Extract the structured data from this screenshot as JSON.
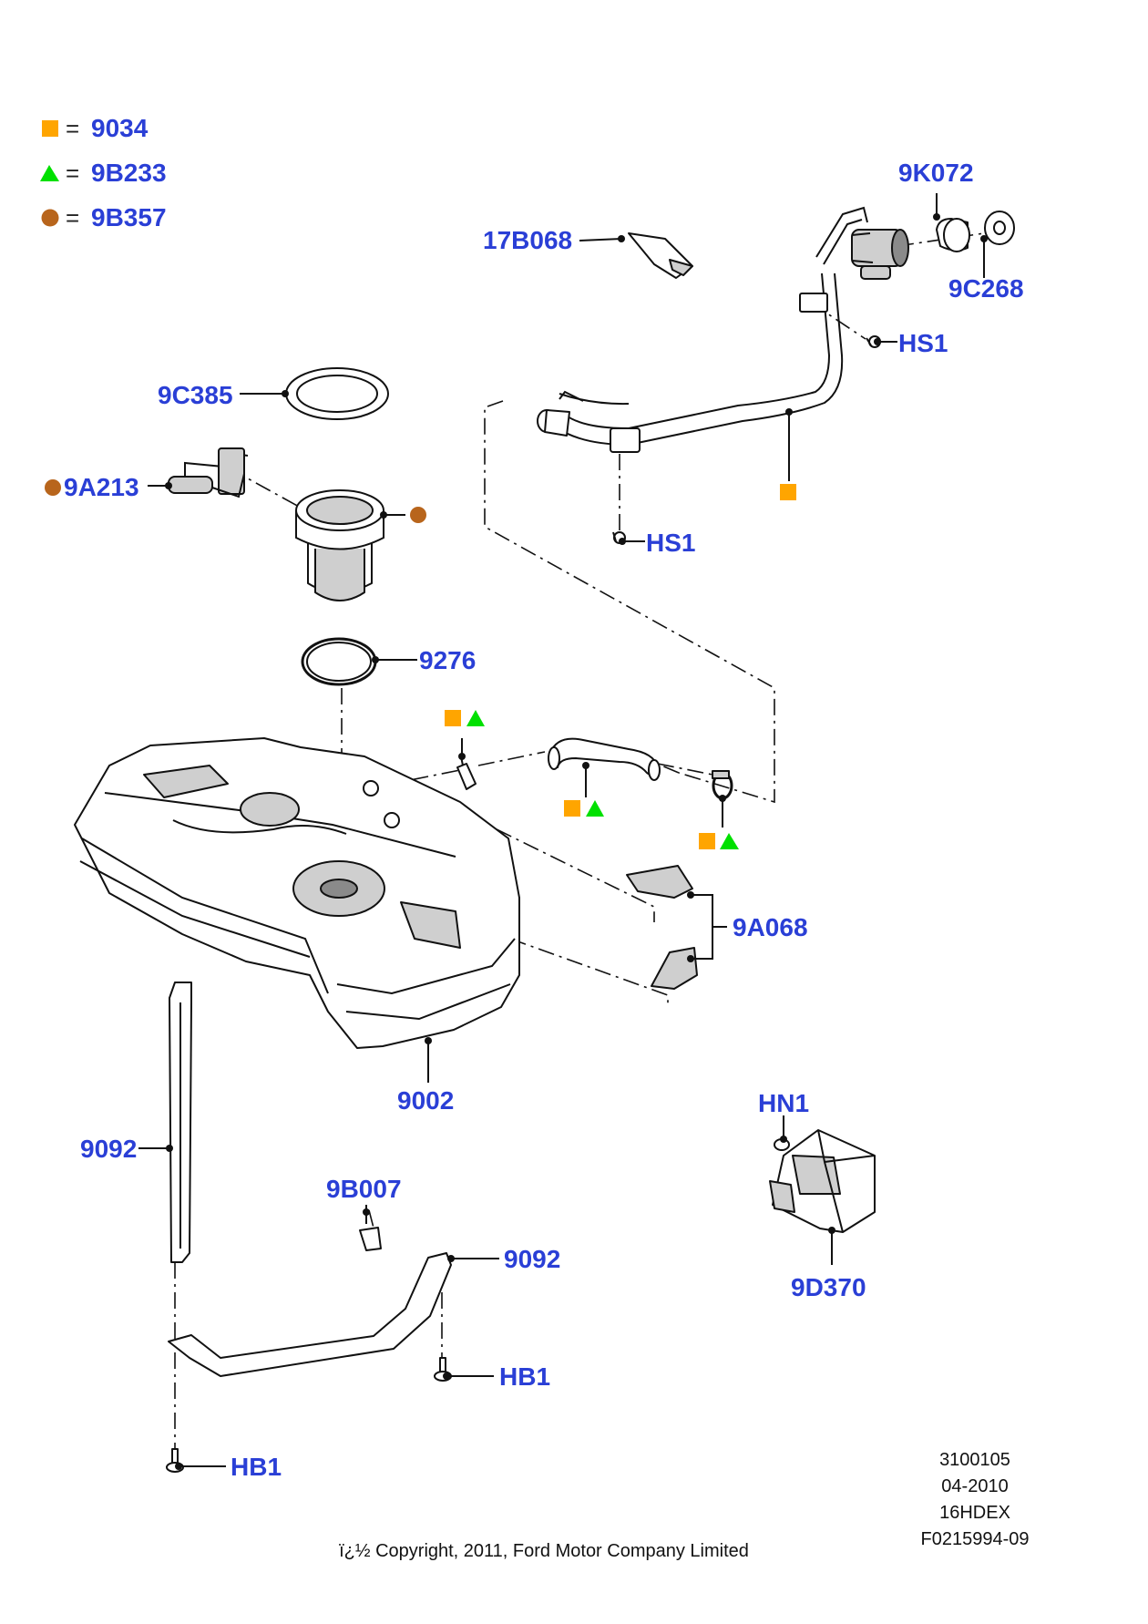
{
  "legend": [
    {
      "symbol": "square",
      "color": "#ffa500",
      "equals": "=",
      "code": "9034"
    },
    {
      "symbol": "triangle",
      "color": "#00e000",
      "equals": "=",
      "code": "9B233"
    },
    {
      "symbol": "circle",
      "color": "#b8651c",
      "equals": "=",
      "code": "9B357"
    }
  ],
  "labels": {
    "l_9k072": "9K072",
    "l_9c268": "9C268",
    "l_17b068": "17B068",
    "l_hs1_top": "HS1",
    "l_9c385": "9C385",
    "l_9a213": "9A213",
    "l_hs1_mid": "HS1",
    "l_9276": "9276",
    "l_9a068": "9A068",
    "l_9002": "9002",
    "l_hn1": "HN1",
    "l_9092_left": "9092",
    "l_9b007": "9B007",
    "l_9092_right": "9092",
    "l_9d370": "9D370",
    "l_hb1_right": "HB1",
    "l_hb1_left": "HB1"
  },
  "colors": {
    "label": "#2a3fd6",
    "square": "#ffa500",
    "triangle": "#00e000",
    "circle": "#b8651c"
  },
  "meta": {
    "ref": "3100105",
    "date": "04-2010",
    "code": "16HDEX",
    "figure": "F0215994-09",
    "copyright": "ï¿½ Copyright, 2011, Ford Motor Company Limited"
  }
}
